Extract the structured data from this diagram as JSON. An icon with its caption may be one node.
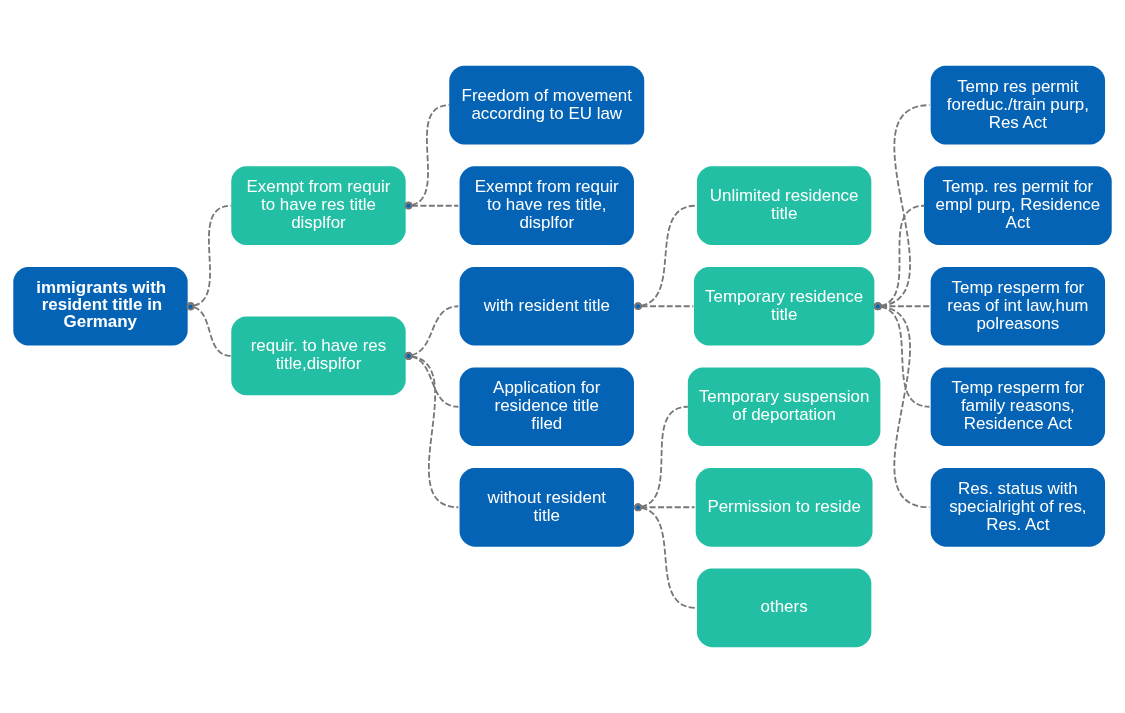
{
  "diagram": {
    "nodes": [
      {
        "text": [
          "immigrants with resident title in Germany"
        ]
      },
      {
        "text": [
          "Exempt from requir to have res title displfor"
        ]
      },
      {
        "text": [
          "requir. to have res title,displfor"
        ]
      },
      {
        "text": [
          "Freedom of movement according to EU law"
        ]
      },
      {
        "text": [
          "Exempt from requir to have res title, displfor"
        ]
      },
      {
        "text": [
          "with resident title"
        ]
      },
      {
        "text": [
          "Application for residence title filed"
        ]
      },
      {
        "text": [
          "without resident title"
        ]
      },
      {
        "text": [
          "Unlimited residence title"
        ]
      },
      {
        "text": [
          "Temporary residence title"
        ]
      },
      {
        "text": [
          "Temporary suspension of deportation"
        ]
      },
      {
        "text": [
          "Permission to reside"
        ]
      },
      {
        "text": [
          "others"
        ]
      },
      {
        "text": [
          "Temp res permit foreduc./train purp, Res Act"
        ]
      },
      {
        "text": [
          "Temp. res permit for empl purp, Residence Act"
        ]
      },
      {
        "text": [
          "Temp resperm for reas of int law,hum polreasons"
        ]
      },
      {
        "text": [
          "Temp resperm for family reasons, Residence Act"
        ]
      },
      {
        "text": [
          "Res. status with specialright of res, Res. Act"
        ]
      }
    ],
    "edges": [
      {
        "from": 0,
        "to": 1,
        "arrow": "other"
      },
      {
        "from": 0,
        "to": 2,
        "arrow": "other"
      },
      {
        "from": 1,
        "to": 3,
        "arrow": "other"
      },
      {
        "from": 1,
        "to": 4,
        "arrow": "other"
      },
      {
        "from": 2,
        "to": 5,
        "arrow": "other"
      },
      {
        "from": 2,
        "to": 6,
        "arrow": "other"
      },
      {
        "from": 2,
        "to": 7,
        "arrow": "other"
      },
      {
        "from": 5,
        "to": 8,
        "arrow": "other"
      },
      {
        "from": 5,
        "to": 9,
        "arrow": "other"
      },
      {
        "from": 7,
        "to": 10,
        "arrow": "other"
      },
      {
        "from": 7,
        "to": 11,
        "arrow": "other"
      },
      {
        "from": 7,
        "to": 12,
        "arrow": "other"
      },
      {
        "from": 9,
        "to": 13,
        "arrow": "other"
      },
      {
        "from": 9,
        "to": 14,
        "arrow": "other"
      },
      {
        "from": 9,
        "to": 15,
        "arrow": "other"
      },
      {
        "from": 9,
        "to": 16,
        "arrow": "other"
      },
      {
        "from": 9,
        "to": 17,
        "arrow": "other"
      }
    ]
  }
}
